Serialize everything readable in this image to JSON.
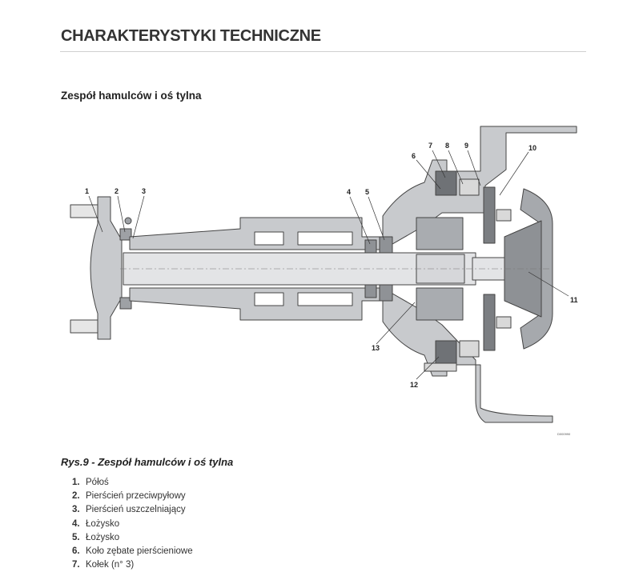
{
  "page_title": "CHARAKTERYSTYKI TECHNICZNE",
  "section_title": "Zespół hamulców i oś tylna",
  "figure": {
    "caption": "Rys.9 - Zespół hamulców i oś tylna",
    "image_code": "D000990",
    "callouts": [
      "1",
      "2",
      "3",
      "4",
      "5",
      "6",
      "7",
      "8",
      "9",
      "10",
      "11",
      "12",
      "13"
    ]
  },
  "legend": [
    {
      "num": "1",
      "text": "Półoś"
    },
    {
      "num": "2",
      "text": "Pierścień przeciwpyłowy"
    },
    {
      "num": "3",
      "text": "Pierścień uszczelniający"
    },
    {
      "num": "4",
      "text": "Łożysko"
    },
    {
      "num": "5",
      "text": "Łożysko"
    },
    {
      "num": "6",
      "text": "Koło zębate pierścieniowe"
    },
    {
      "num": "7",
      "text": "Kołek (n° 3)"
    }
  ]
}
